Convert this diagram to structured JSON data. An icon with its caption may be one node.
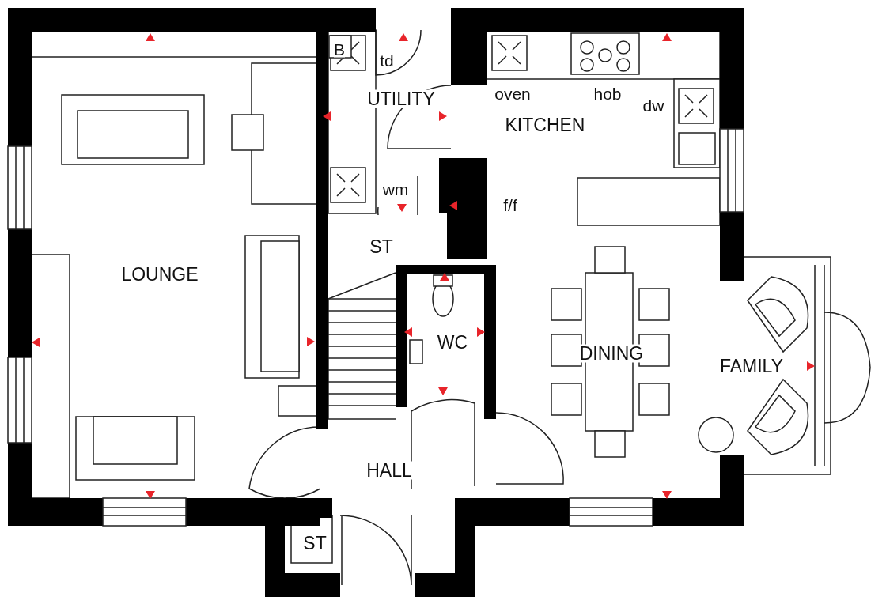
{
  "diagram": {
    "labels": [
      "B",
      "td",
      "UTILITY",
      "oven",
      "hob",
      "dw",
      "KITCHEN",
      "wm",
      "f/f",
      "ST",
      "LOUNGE",
      "WC",
      "DINING",
      "FAMILY",
      "HALL",
      "ST"
    ]
  }
}
